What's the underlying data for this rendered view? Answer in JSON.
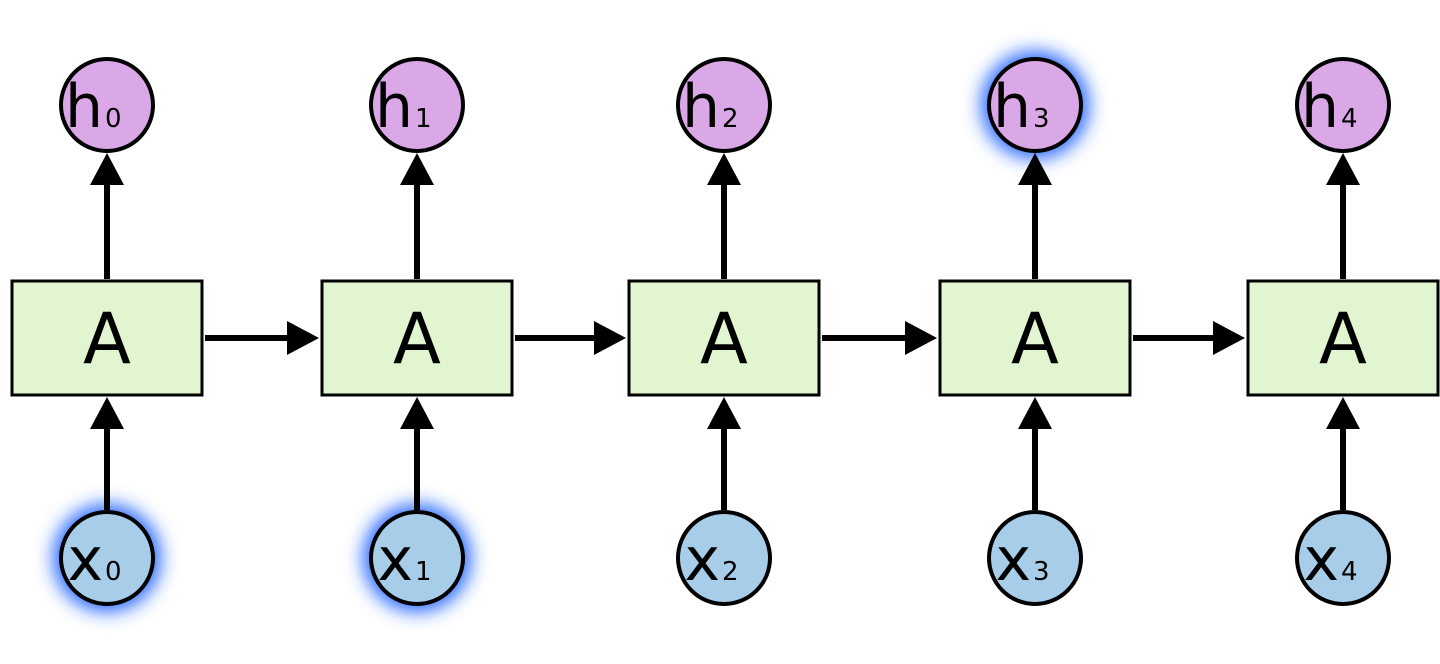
{
  "colors": {
    "cell_fill": "#e0f5d0",
    "output_fill": "#dba8e7",
    "input_fill": "#a7cde9",
    "highlight_glow": "#2a6bff",
    "stroke": "#000000"
  },
  "steps": [
    {
      "cell": "A",
      "output": {
        "main": "h",
        "sub": "0",
        "highlighted": false
      },
      "input": {
        "main": "x",
        "sub": "0",
        "highlighted": true
      }
    },
    {
      "cell": "A",
      "output": {
        "main": "h",
        "sub": "1",
        "highlighted": false
      },
      "input": {
        "main": "x",
        "sub": "1",
        "highlighted": true
      }
    },
    {
      "cell": "A",
      "output": {
        "main": "h",
        "sub": "2",
        "highlighted": false
      },
      "input": {
        "main": "x",
        "sub": "2",
        "highlighted": false
      }
    },
    {
      "cell": "A",
      "output": {
        "main": "h",
        "sub": "3",
        "highlighted": true
      },
      "input": {
        "main": "x",
        "sub": "3",
        "highlighted": false
      }
    },
    {
      "cell": "A",
      "output": {
        "main": "h",
        "sub": "4",
        "highlighted": false
      },
      "input": {
        "main": "x",
        "sub": "4",
        "highlighted": false
      }
    }
  ]
}
